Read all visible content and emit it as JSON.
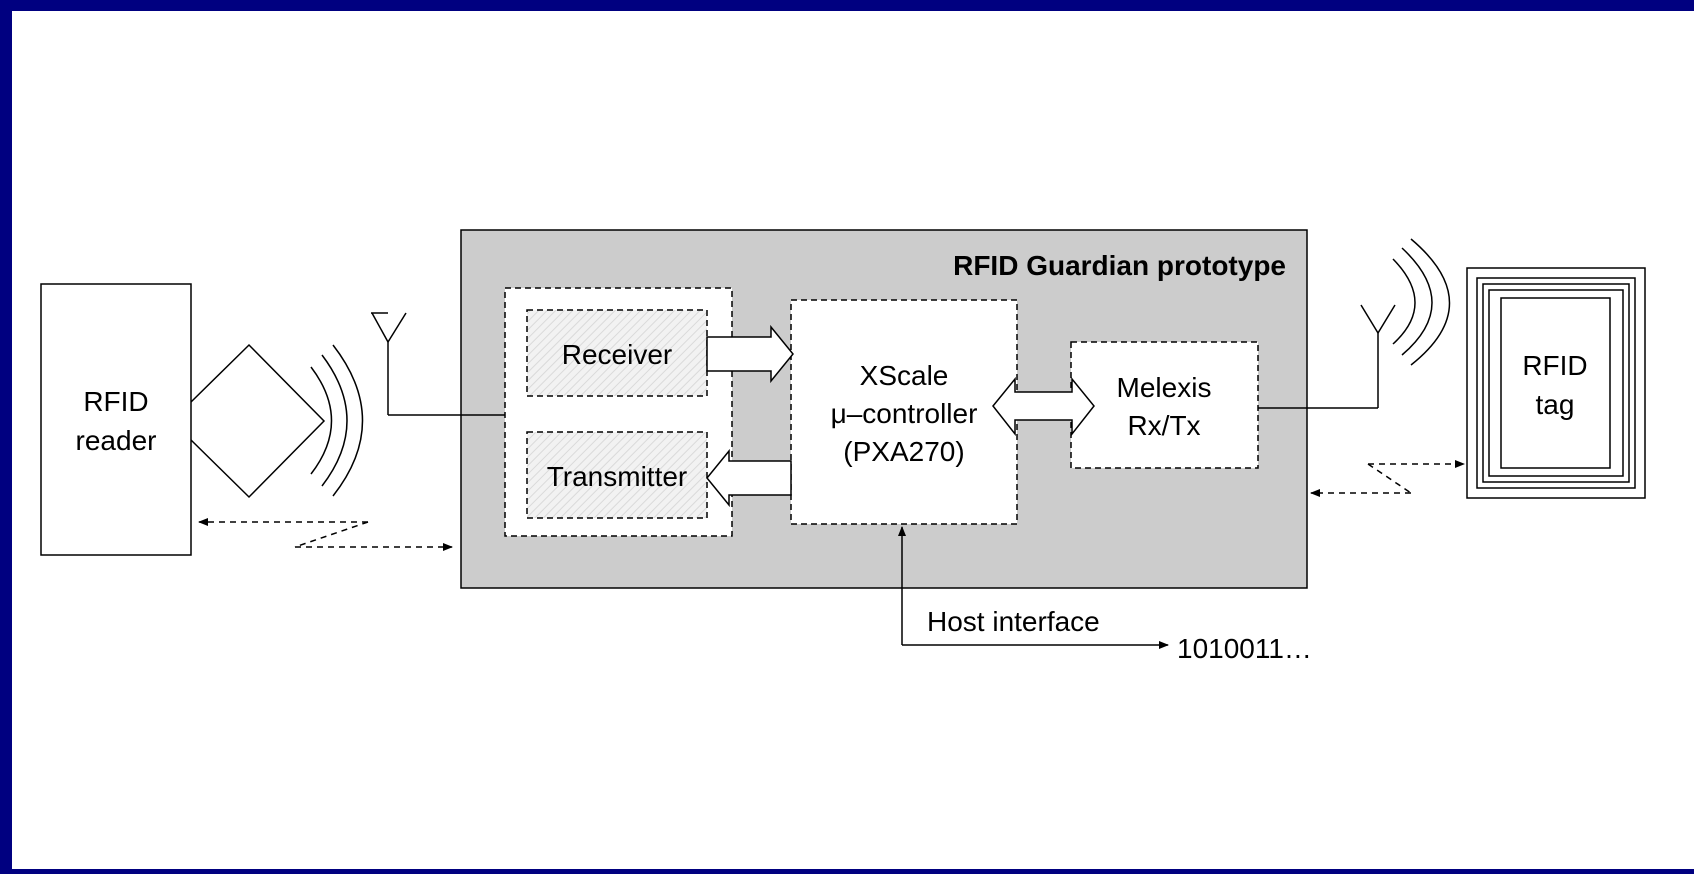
{
  "diagram": {
    "guardian_title": "RFID Guardian prototype",
    "reader_label": [
      "RFID",
      "reader"
    ],
    "tag_label": [
      "RFID",
      "tag"
    ],
    "receiver_label": "Receiver",
    "transmitter_label": "Transmitter",
    "controller_label": [
      "XScale",
      "μ–controller",
      "(PXA270)"
    ],
    "melexis_label": [
      "Melexis",
      "Rx/Tx"
    ],
    "host_interface_label": "Host interface",
    "bitstream_label": "1010011…"
  },
  "colors": {
    "frame": "#000080",
    "canvas": "#ffffff",
    "guardian_fill": "#cccccc",
    "line": "#000000",
    "hatch": "#e4e4e4"
  }
}
